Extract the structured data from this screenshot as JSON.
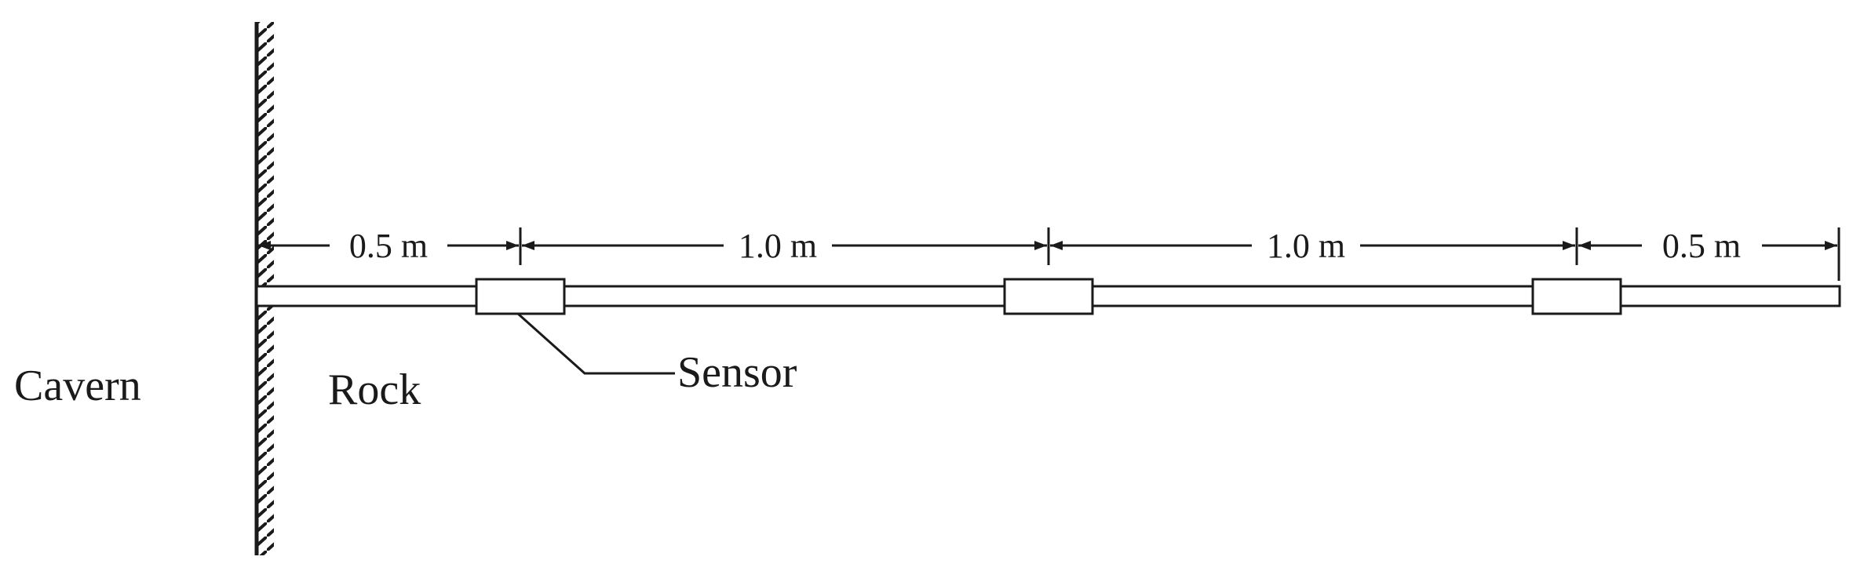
{
  "labels": {
    "left_region": "Cavern",
    "right_region": "Rock",
    "sensor": "Sensor"
  },
  "dimensions": [
    "0.5 m",
    "1.0 m",
    "1.0 m",
    "0.5 m"
  ],
  "sensor_count": 3,
  "colors": {
    "line": "#1a1a1a",
    "background": "#ffffff"
  }
}
